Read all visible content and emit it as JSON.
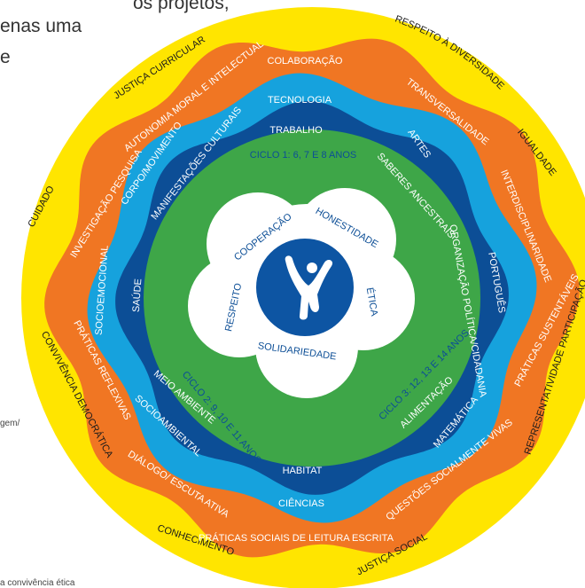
{
  "background_text": {
    "line1": "os projetos,",
    "line2": "enas uma",
    "line3": "e",
    "side_fragment": "gem/",
    "bottom_fragment": "a convivência ética"
  },
  "center_icon": "person-arms-raised-icon",
  "colors": {
    "yellow": "#FFE500",
    "orange": "#F07623",
    "light_blue": "#16A2DD",
    "navy": "#0C4E96",
    "green": "#3EA648",
    "white": "#FFFFFF",
    "icon_blue": "#0D55A3"
  },
  "rings": {
    "yellow": {
      "labels": [
        "RESPEITO À DIVERSIDADE",
        "IGUALDADE",
        "REPRESENTATIVIDADE PARTICIPAÇÃO",
        "JUSTIÇA SOCIAL",
        "CONHECIMENTO",
        "CONVIVÊNCIA DEMOCRÁTICA",
        "CUIDADO",
        "JUSTIÇA CURRICULAR"
      ]
    },
    "orange": {
      "labels": [
        "COLABORAÇÃO",
        "TRANSVERSALIDADE",
        "INTERDISCIPLINARIDADE",
        "PRÁTICAS SUSTENTÁVEIS",
        "QUESTÕES SOCIALMENTE VIVAS",
        "PRÁTICAS SOCIAIS DE LEITURA ESCRITA",
        "DIÁLOGO/ ESCUTA ATIVA",
        "PRÁTICAS REFLEXIVAS",
        "INVESTIGAÇÃO PESQUISA",
        "AUTONOMIA MORAL E INTELECTUAL"
      ]
    },
    "light_blue": {
      "labels": [
        "TECNOLOGIA",
        "ARTES",
        "PORTUGUÊS",
        "MATEMÁTICA",
        "CIÊNCIAS",
        "SOCIOAMBIENTAL",
        "SOCIOEMOCIONAL",
        "CORPO/MOVIMENTO"
      ]
    },
    "navy": {
      "labels": [
        "TRABALHO",
        "SABERES ANCESTRAIS",
        "ORGANIZAÇÃO POLÍTICA/CIDADANIA",
        "ALIMENTAÇÃO",
        "HABITAT",
        "MEIO AMBIENTE",
        "SAÚDE",
        "MANIFESTAÇÕES CULTURAIS"
      ]
    },
    "green": {
      "labels": [
        "CICLO 1: 6, 7 E 8 ANOS",
        "CICLO 2: 9, 10 E 11 ANOS",
        "CICLO 3: 12, 13 E 14 ANOS"
      ]
    },
    "white": {
      "labels": [
        "COOPERAÇÃO",
        "HONESTIDADE",
        "ÉTICA",
        "SOLIDARIEDADE",
        "RESPEITO"
      ]
    }
  }
}
